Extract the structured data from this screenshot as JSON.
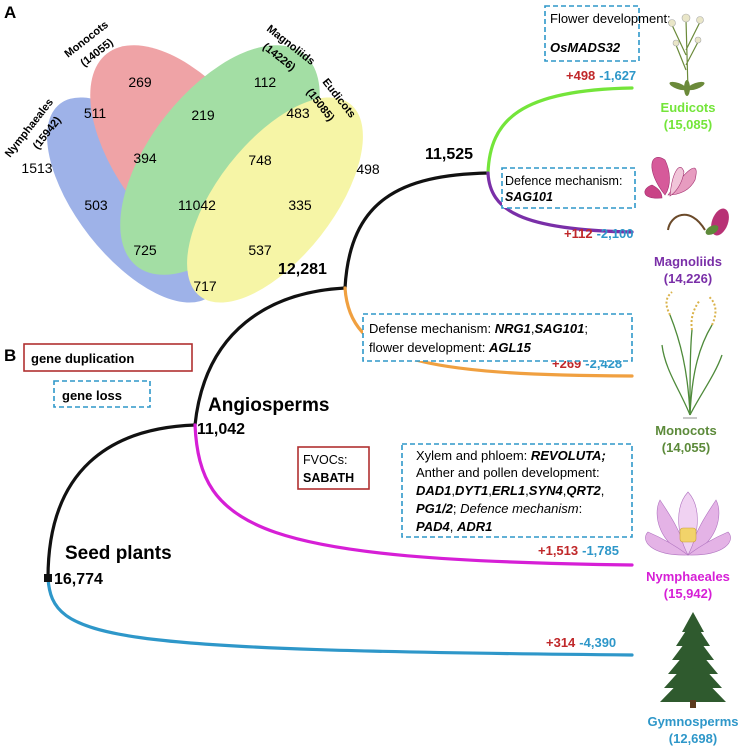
{
  "panel_a": {
    "label": "A",
    "sets": [
      {
        "name": "Nymphaeales",
        "count": "(15942)",
        "color": "#4f74d6"
      },
      {
        "name": "Monocots",
        "count": "(14055)",
        "color": "#e2585e"
      },
      {
        "name": "Magnoliids",
        "count": "(14226)",
        "color": "#59c45a"
      },
      {
        "name": "Eudicots",
        "count": "(15085)",
        "color": "#f0ee5e"
      }
    ],
    "regions": {
      "monocots_only": "269",
      "magnoliids_only": "112",
      "nymph_mono": "511",
      "mono_magn": "219",
      "magn_eud": "483",
      "nymph_only": "1513",
      "nymph_mono_magn": "394",
      "mono_magn_eud": "748",
      "eudicots_only": "498",
      "nymph_magn": "503",
      "all_four": "11042",
      "mono_eud": "335",
      "nymph_magn_eud": "725",
      "nymph_mono_eud": "537",
      "nymph_eud": "717"
    }
  },
  "panel_b": {
    "label": "B",
    "legend": {
      "duplication": "gene duplication",
      "loss": "gene loss"
    },
    "nodes": {
      "seed_plants": {
        "name": "Seed plants",
        "count": "16,774"
      },
      "angiosperms": {
        "name": "Angiosperms",
        "count": "11,042"
      },
      "node_mono": {
        "count": "12,281"
      },
      "node_eud_mag": {
        "count": "11,525"
      }
    },
    "taxa": [
      {
        "name": "Eudicots",
        "count": "(15,085)",
        "gain": "+498",
        "loss": "-1,627",
        "color": "#74e53a"
      },
      {
        "name": "Magnoliids",
        "count": "(14,226)",
        "gain": "+112",
        "loss": "-2,100",
        "color": "#7a2fa8"
      },
      {
        "name": "Monocots",
        "count": "(14,055)",
        "gain": "+269",
        "loss": "-2,428",
        "color": "#5c8a3a"
      },
      {
        "name": "Nymphaeales",
        "count": "(15,942)",
        "gain": "+1,513",
        "loss": "-1,785",
        "color": "#d61fd6"
      },
      {
        "name": "Gymnosperms",
        "count": "(12,698)",
        "gain": "+314",
        "loss": "-4,390",
        "color": "#2e97c9"
      }
    ],
    "annotations": {
      "eudicots": {
        "line1": "Flower development:",
        "line2": "OsMADS32"
      },
      "magnoliids": {
        "line1": "Defence mechanism:",
        "line2": "SAG101"
      },
      "monocots": {
        "l1a": "Defense mechanism: ",
        "l1b": "NRG1",
        "l1c": ",",
        "l1d": "SAG101",
        "l1e": ";",
        "l2a": "flower development:  ",
        "l2b": "AGL15"
      },
      "nymphaeales": {
        "l1a": "Xylem and phloem: ",
        "l1b": "REVOLUTA;",
        "l2": "Anther and pollen development:",
        "l3a": "DAD1",
        "l3b": ",",
        "l3c": "DYT1",
        "l3d": ",",
        "l3e": "ERL1",
        "l3f": ",",
        "l3g": "SYN4",
        "l3h": ",",
        "l3i": "QRT2",
        "l3j": ",",
        "l4a": "PG1/2",
        "l4b": ";",
        "l4c": " Defence mechanism",
        "l4d": ":",
        "l5a": "PAD4",
        "l5b": ",  ",
        "l5c": "ADR1"
      },
      "fvocs": {
        "line1": "FVOCs:",
        "line2": "SABATH"
      }
    },
    "colors": {
      "gain": "#c0282a",
      "loss": "#2e97c9",
      "stem": "#111111",
      "orange": "#f0a040",
      "dup_box": "#b03030",
      "loss_box": "#2e97c9"
    }
  }
}
